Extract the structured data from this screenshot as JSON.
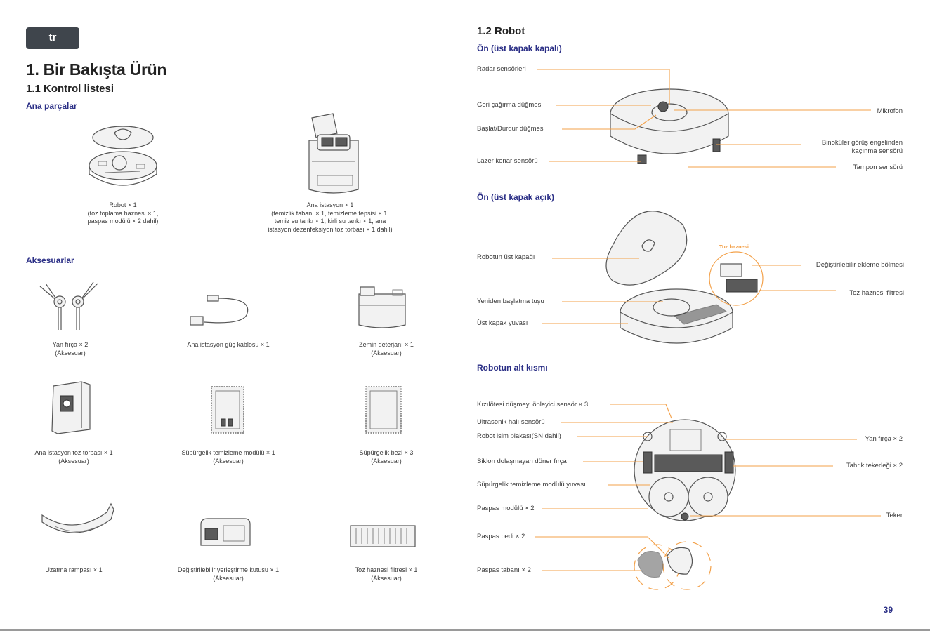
{
  "lang_badge": "tr",
  "left": {
    "title": "1. Bir Bakışta Ürün",
    "subtitle": "1.1 Kontrol listesi",
    "main_parts_heading": "Ana parçalar",
    "robot_caption": "Robot × 1\n(toz toplama haznesi × 1,\npaspas modülü × 2 dahil)",
    "station_caption": "Ana istasyon × 1\n(temizlik tabanı × 1, temizleme tepsisi × 1,\ntemiz su tankı × 1, kirli su tankı × 1, ana\nistasyon dezenfeksiyon toz torbası × 1 dahil)",
    "accessories_heading": "Aksesuarlar",
    "accessories": [
      "Yan fırça × 2\n(Aksesuar)",
      "Ana istasyon güç kablosu × 1",
      "Zemin deterjanı × 1\n(Aksesuar)",
      "Ana istasyon toz torbası × 1\n(Aksesuar)",
      "Süpürgelik temizleme modülü × 1\n(Aksesuar)",
      "Süpürgelik bezi × 3\n(Aksesuar)",
      "Uzatma rampası × 1",
      "Değiştirilebilir yerleştirme kutusu × 1\n(Aksesuar)",
      "Toz haznesi filtresi × 1\n(Aksesuar)"
    ]
  },
  "right": {
    "title": "1.2 Robot",
    "front_closed_heading": "Ön (üst kapak kapalı)",
    "front_closed_labels": {
      "radar": "Radar sensörleri",
      "recall": "Geri çağırma düğmesi",
      "startstop": "Başlat/Durdur düğmesi",
      "laser": "Lazer kenar sensörü",
      "mic": "Mikrofon",
      "binocular": "Binoküler görüş engelinden\nkaçınma sensörü",
      "bumper": "Tampon sensörü"
    },
    "front_open_heading": "Ön (üst kapak açık)",
    "front_open_labels": {
      "topcover": "Robotun üst kapağı",
      "restart": "Yeniden başlatma tuşu",
      "slot": "Üst kapak yuvası",
      "dustbin": "Toz haznesi",
      "module": "Değiştirilebilir ekleme bölmesi",
      "filter": "Toz haznesi filtresi"
    },
    "bottom_heading": "Robotun alt kısmı",
    "bottom_labels": {
      "ir": "Kızılötesi düşmeyi önleyici sensör × 3",
      "ultra": "Ultrasonik halı sensörü",
      "nameplate": "Robot isim plakası(SN dahil)",
      "brush": "Siklon dolaşmayan döner fırça",
      "mopslot": "Süpürgelik temizleme modülü yuvası",
      "mopmodule": "Paspas modülü × 2",
      "moppad": "Paspas pedi × 2",
      "mopbase": "Paspas tabanı × 2",
      "sidebrush": "Yan fırça × 2",
      "wheels": "Tahrik tekerleği × 2",
      "caster": "Teker"
    }
  },
  "page_number": "39",
  "colors": {
    "accent": "#2b2f86",
    "leader": "#f3a14a",
    "badge": "#3f454c"
  }
}
